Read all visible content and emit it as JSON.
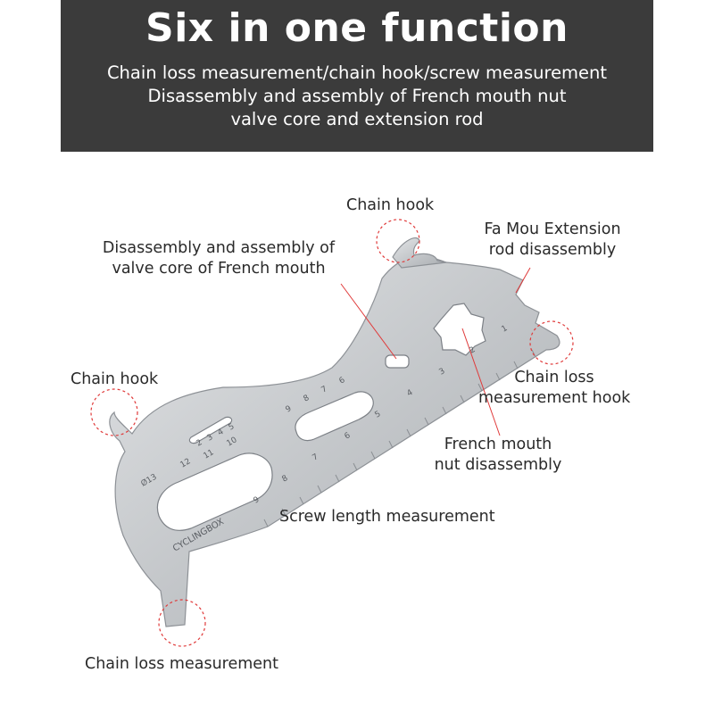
{
  "banner": {
    "title": "Six in one function",
    "line1": "Chain loss measurement/chain hook/screw measurement",
    "line2": "Disassembly and assembly of French mouth nut",
    "line3": "valve core and extension rod"
  },
  "callouts": {
    "chain_hook_top": "Chain hook",
    "valve_core_1": "Disassembly and assembly of",
    "valve_core_2": "valve core of French mouth",
    "extension_1": "Fa Mou Extension",
    "extension_2": "rod disassembly",
    "chain_hook_left": "Chain hook",
    "chain_loss_hook_1": "Chain loss",
    "chain_loss_hook_2": "measurement hook",
    "french_nut_1": "French mouth",
    "french_nut_2": "nut disassembly",
    "screw_length": "Screw length measurement",
    "chain_loss": "Chain loss measurement"
  },
  "tool": {
    "brand": "CYCLINGBOX",
    "hole_size": "Ø13",
    "small_slot_labels": [
      "2",
      "3",
      "4",
      "5",
      "12",
      "11",
      "10"
    ],
    "mid_slot_labels": [
      "9",
      "8",
      "7",
      "6"
    ],
    "ruler_numbers": [
      "1",
      "2",
      "3",
      "4",
      "5",
      "6",
      "7",
      "8",
      "9"
    ]
  },
  "colors": {
    "banner_bg": "#3b3b3b",
    "tool_metal": "#c9cbcd",
    "marker_red": "#e03a3a"
  }
}
